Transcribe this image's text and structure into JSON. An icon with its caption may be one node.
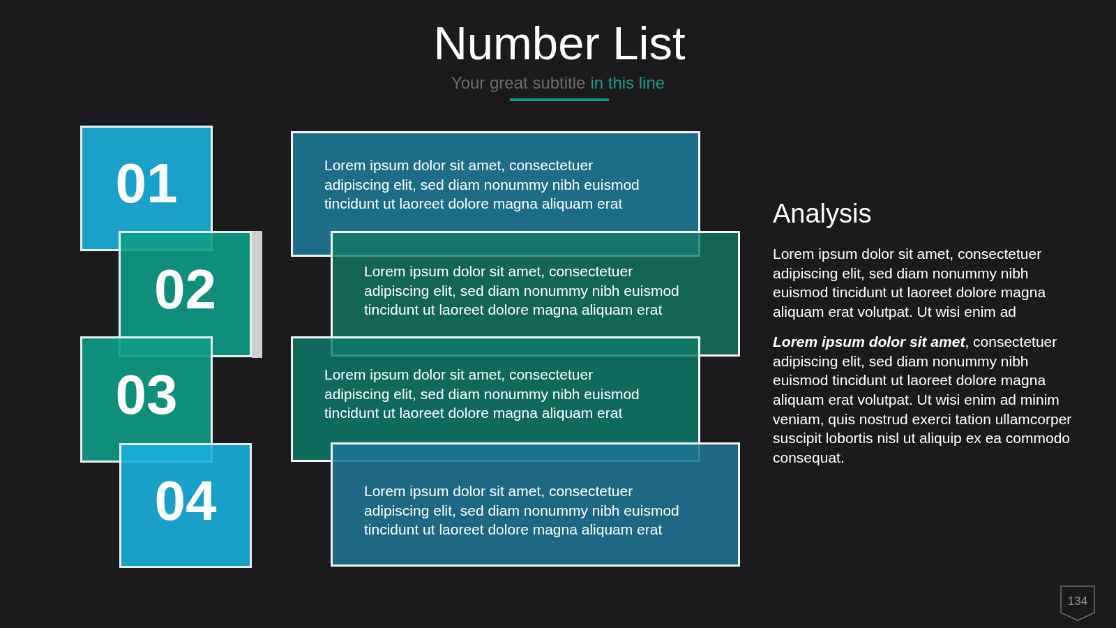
{
  "diagram": {
    "title": "Number List",
    "nodes": [
      {
        "text": [
          "01"
        ]
      },
      {
        "text": [
          "02"
        ]
      },
      {
        "text": [
          "03"
        ]
      },
      {
        "text": [
          "04"
        ]
      },
      {
        "text": [
          "Lorem ipsum dolor sit amet, consectetuer adipiscing elit, sed diam nonummy nibh euismod tincidunt ut laoreet dolore magna aliquam erat"
        ]
      },
      {
        "text": [
          "Lorem ipsum dolor sit amet, consectetuer adipiscing elit, sed diam nonummy nibh euismod tincidunt ut laoreet dolore magna aliquam erat"
        ]
      },
      {
        "text": [
          "Lorem ipsum dolor sit amet, consectetuer adipiscing elit, sed diam nonummy nibh euismod tincidunt ut laoreet dolore magna aliquam erat"
        ]
      },
      {
        "text": [
          "Lorem ipsum dolor sit amet, consectetuer adipiscing elit, sed diam nonummy nibh euismod tincidunt ut laoreet dolore magna aliquam erat"
        ]
      },
      {
        "text": [
          "134"
        ]
      }
    ],
    "labels": [
      "Your great subtitle",
      "in this line",
      "Analysis",
      "Lorem ipsum dolor sit amet, consectetuer adipiscing elit, sed diam nonummy nibh euismod tincidunt ut laoreet dolore magna aliquam erat volutpat. Ut wisi enim ad",
      "**Lorem ipsum dolor sit amet**, consectetuer adipiscing elit, sed diam nonummy nibh euismod tincidunt ut laoreet dolore magna aliquam erat volutpat. Ut wisi enim ad minim veniam, quis nostrud exerci tation ullamcorper suscipit lobortis nisl ut aliquip ex ea commodo consequat."
    ]
  }
}
